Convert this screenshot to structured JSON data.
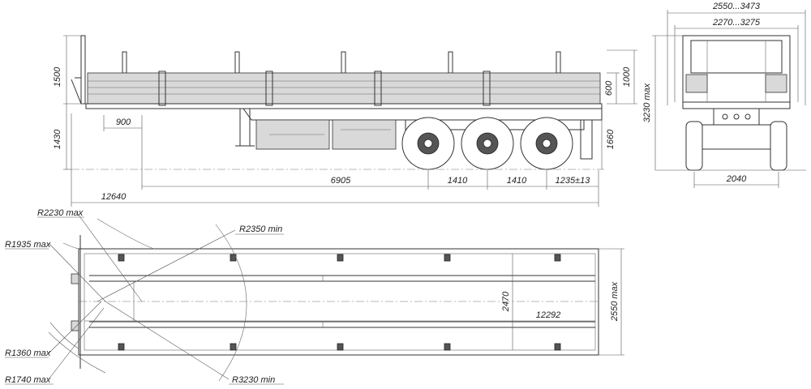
{
  "side_view": {
    "dims": {
      "h_1500": "1500",
      "h_1430": "1430",
      "l_900": "900",
      "l_6905": "6905",
      "l_1410a": "1410",
      "l_1410b": "1410",
      "l_1235": "1235±13",
      "l_12640": "12640",
      "h_600": "600",
      "h_1000": "1000",
      "h_1660": "1660"
    }
  },
  "rear_view": {
    "dims": {
      "w_2550_3473": "2550...3473",
      "w_2270_3275": "2270...3275",
      "h_3230": "3230 max",
      "w_2040": "2040"
    }
  },
  "top_view": {
    "dims": {
      "r_2230": "R2230 max",
      "r_1935": "R1935 max",
      "r_2350": "R2350 min",
      "r_1360": "R1360 max",
      "r_1740": "R1740 max",
      "r_3230": "R3230 min",
      "w_2470": "2470",
      "l_12292": "12292",
      "w_2550": "2550 max"
    }
  }
}
